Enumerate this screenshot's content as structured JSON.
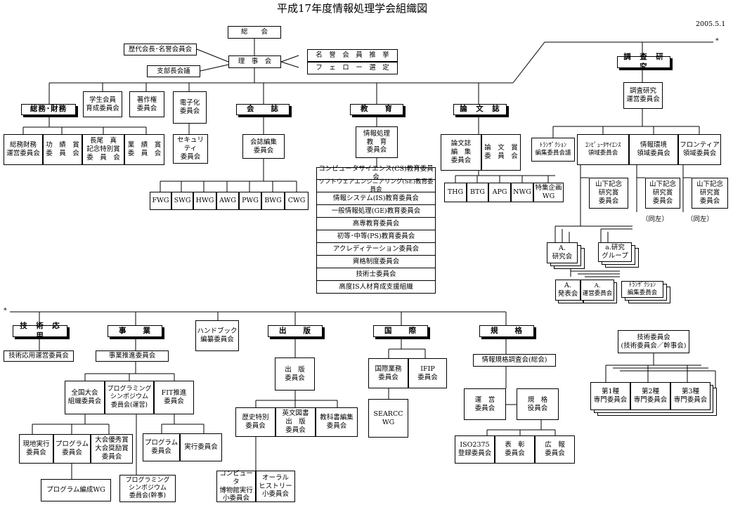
{
  "title": "平成17年度情報処理学会組織図",
  "date": "2005.5.1",
  "asterisk": "*",
  "top": {
    "soukai": "総　　会",
    "rijikai": "理　事　会",
    "rekidai": "歴代会長･名誉会員会",
    "shibuchou": "支部長会議",
    "meiyo": "名　誉　会　員　推　挙",
    "fellow": "フ　ェ　ロ　ー　選　定"
  },
  "soumu": {
    "head": "総務･財務",
    "gakusei": "学生会員\n育成委員会",
    "chosaku": "著作権\n委員会",
    "denshi": "電子化\n委員会",
    "security": "セキュリティ\n委員会",
    "children": [
      "総務財務\n運営委員会",
      "功　績　賞\n委　員　会",
      "長尾　真\n記念特別賞\n委　員　会",
      "業　績　賞\n委　員　会"
    ]
  },
  "kaishi": {
    "head": "会　　誌",
    "henshu": "会誌編集\n委員会",
    "wgs": [
      "FWG",
      "SWG",
      "HWG",
      "AWG",
      "PWG",
      "BWG",
      "CWG"
    ]
  },
  "kyoiku": {
    "head": "教　　育",
    "iinkai": "情報処理\n教　育\n委員会",
    "list": [
      "コンピュータサイエンス(CS)教育委員会",
      "ソフトウェアエンジニアリング(SE)教育委員会",
      "情報システム(IS)教育委員会",
      "一般情報処理(GE)教育委員会",
      "高専教育委員会",
      "初等･中等(PS)教育委員会",
      "アクレディテーション委員会",
      "資格制度委員会",
      "技術士委員会",
      "高度IS人材育成支援組織"
    ]
  },
  "ronbun": {
    "head": "論　文　誌",
    "henshu": "論文誌\n編　集\n委員会",
    "shou": "論　文　賞\n委　員　会",
    "groups": [
      "THG",
      "BTG",
      "APG",
      "NWG",
      "特集企画\nWG"
    ]
  },
  "chousa": {
    "head": "調　査　研　究",
    "unei": "調査研究\n運営委員会",
    "transaction_kaigi": "ﾄﾗﾝｻﾞｸｼｮﾝ\n編集委員会議",
    "cs": "ｺﾝﾋﾟｭｰﾀｻｲｴﾝｽ\n領域委員会",
    "kankyo": "情報環境\n領域委員会",
    "frontier": "フロンティア\n領域委員会",
    "yamashita": "山下記念\n研究賞\n委員会",
    "douhidari": "（同左）",
    "a_kenkyukai": "A.\n研究会",
    "a_group": "a.研究\nグループ",
    "a_happyoukai": "A.\n発表会",
    "a_unei": "A.\n運営委員会",
    "transaction_iinkai": "ﾄﾗﾝｻﾞｸｼｮﾝ\n編集委員会"
  },
  "gijutsu": {
    "head": "技　術　応　用",
    "unei": "技術応用運営委員会"
  },
  "jigyou": {
    "head": "事　　業",
    "suishin": "事業推進委員会",
    "zenkoku": "全国大会\n組織委員会",
    "progsym_unei": "プログラミング\nシンポジウム\n委員会(運営)",
    "fit": "FIT推進\n委員会",
    "genchi": "現地実行\n委員会",
    "program": "プログラム\n委員会",
    "yuushuu": "大会優秀賞\n大会奨励賞\n委員会",
    "program_hensei": "プログラム編成WG",
    "progsym_kanji": "プログラミング\nシンポジウム\n委員会(幹事)",
    "fit_program": "プログラム\n委員会",
    "jikkou": "実行委員会"
  },
  "handbook": "ハンドブック\n編纂委員会",
  "shuppan": {
    "head": "出　　版",
    "iinkai": "出　版\n委員会",
    "rekishi": "歴史特別\n委員会",
    "eibun": "英文図書\n出　版\n委員会",
    "kyoukasho": "教科書編集\n委員会",
    "computer_hakubutsu": "コンピュータ\n博物館実行\n小委員会",
    "oral": "オーラル\nヒストリー\n小委員会"
  },
  "kokusai": {
    "head": "国　　際",
    "gyoumu": "国際業務\n委員会",
    "ifip": "IFIP\n委員会",
    "searcc": "SEARCC\nWG"
  },
  "kikaku": {
    "head": "規　　格",
    "chousakai": "情報規格調査会(総会)",
    "unei": "運　営\n委員会",
    "yakuin": "規　格\n役員会",
    "iso": "ISO2375\n登録委員会",
    "hyoushou": "表　彰\n委員会",
    "kouhou": "広　報\n委員会",
    "gijutsu_iinkai": "技術委員会\n(技術委員会／幹事会)",
    "senmon": [
      "第1種\n専門委員会",
      "第2種\n専門委員会",
      "第3種\n専門委員会"
    ]
  }
}
